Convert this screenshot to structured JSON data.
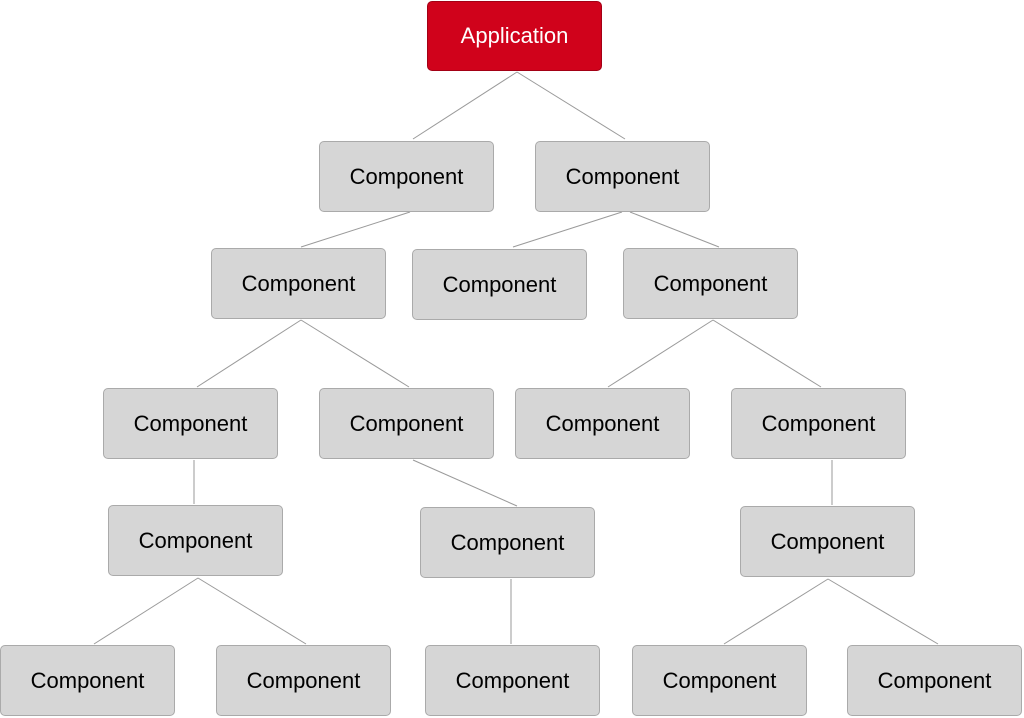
{
  "colors": {
    "application_fill": "#d0021b",
    "component_fill": "#d6d6d6",
    "connector": "#9a9a9a"
  },
  "tree": {
    "root": {
      "label": "Application",
      "children": [
        {
          "label": "Component",
          "children": [
            {
              "label": "Component",
              "children": [
                {
                  "label": "Component",
                  "children": [
                    {
                      "label": "Component",
                      "children": [
                        {
                          "label": "Component"
                        },
                        {
                          "label": "Component"
                        }
                      ]
                    }
                  ]
                },
                {
                  "label": "Component",
                  "children": [
                    {
                      "label": "Component",
                      "children": [
                        {
                          "label": "Component"
                        }
                      ]
                    }
                  ]
                }
              ]
            }
          ]
        },
        {
          "label": "Component",
          "children": [
            {
              "label": "Component"
            },
            {
              "label": "Component",
              "children": [
                {
                  "label": "Component"
                },
                {
                  "label": "Component",
                  "children": [
                    {
                      "label": "Component",
                      "children": [
                        {
                          "label": "Component"
                        },
                        {
                          "label": "Component"
                        }
                      ]
                    }
                  ]
                }
              ]
            }
          ]
        }
      ]
    }
  }
}
